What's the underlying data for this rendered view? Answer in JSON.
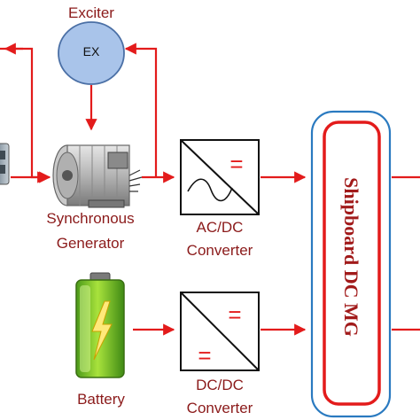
{
  "exciter": {
    "title": "Exciter",
    "symbol": "EX"
  },
  "generator": {
    "line1": "Synchronous",
    "line2": "Generator"
  },
  "acdc": {
    "line1": "AC/DC",
    "line2": "Converter",
    "symbol": "="
  },
  "battery": {
    "label": "Battery"
  },
  "dcdc": {
    "line1": "DC/DC",
    "line2": "Converter",
    "symbol_top": "=",
    "symbol_bottom": "="
  },
  "microgrid": {
    "label": "Shipboard DC MG"
  },
  "colors": {
    "arrow": "#e31b1b",
    "label": "#8b1a1a",
    "outer_border": "#2a7ac0",
    "inner_border": "#e31b1b",
    "exciter_fill": "#a9c4ea"
  }
}
